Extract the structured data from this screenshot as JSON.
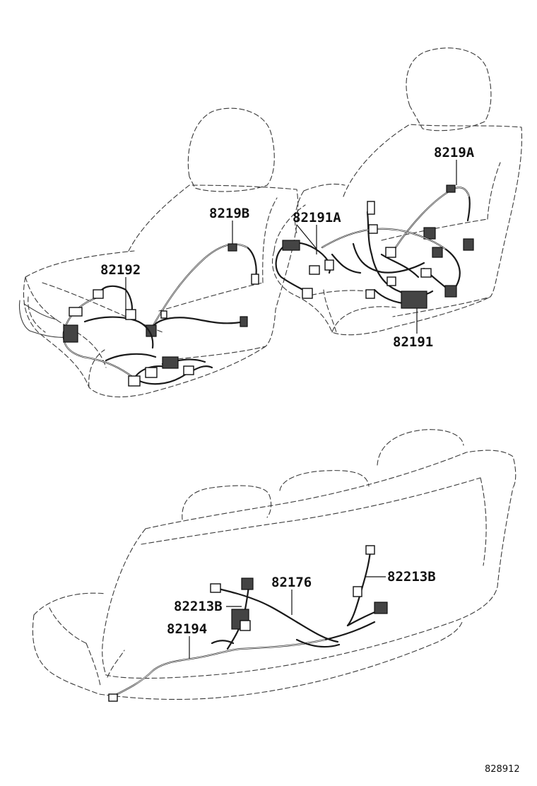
{
  "parts": {
    "p8219B": "8219B",
    "p82191A": "82191A",
    "p8219A": "8219A",
    "p82192": "82192",
    "p82191": "82191",
    "p82176": "82176",
    "p82213B_right": "82213B",
    "p82213B_left": "82213B",
    "p82194": "82194"
  },
  "diagram_id": "828912"
}
